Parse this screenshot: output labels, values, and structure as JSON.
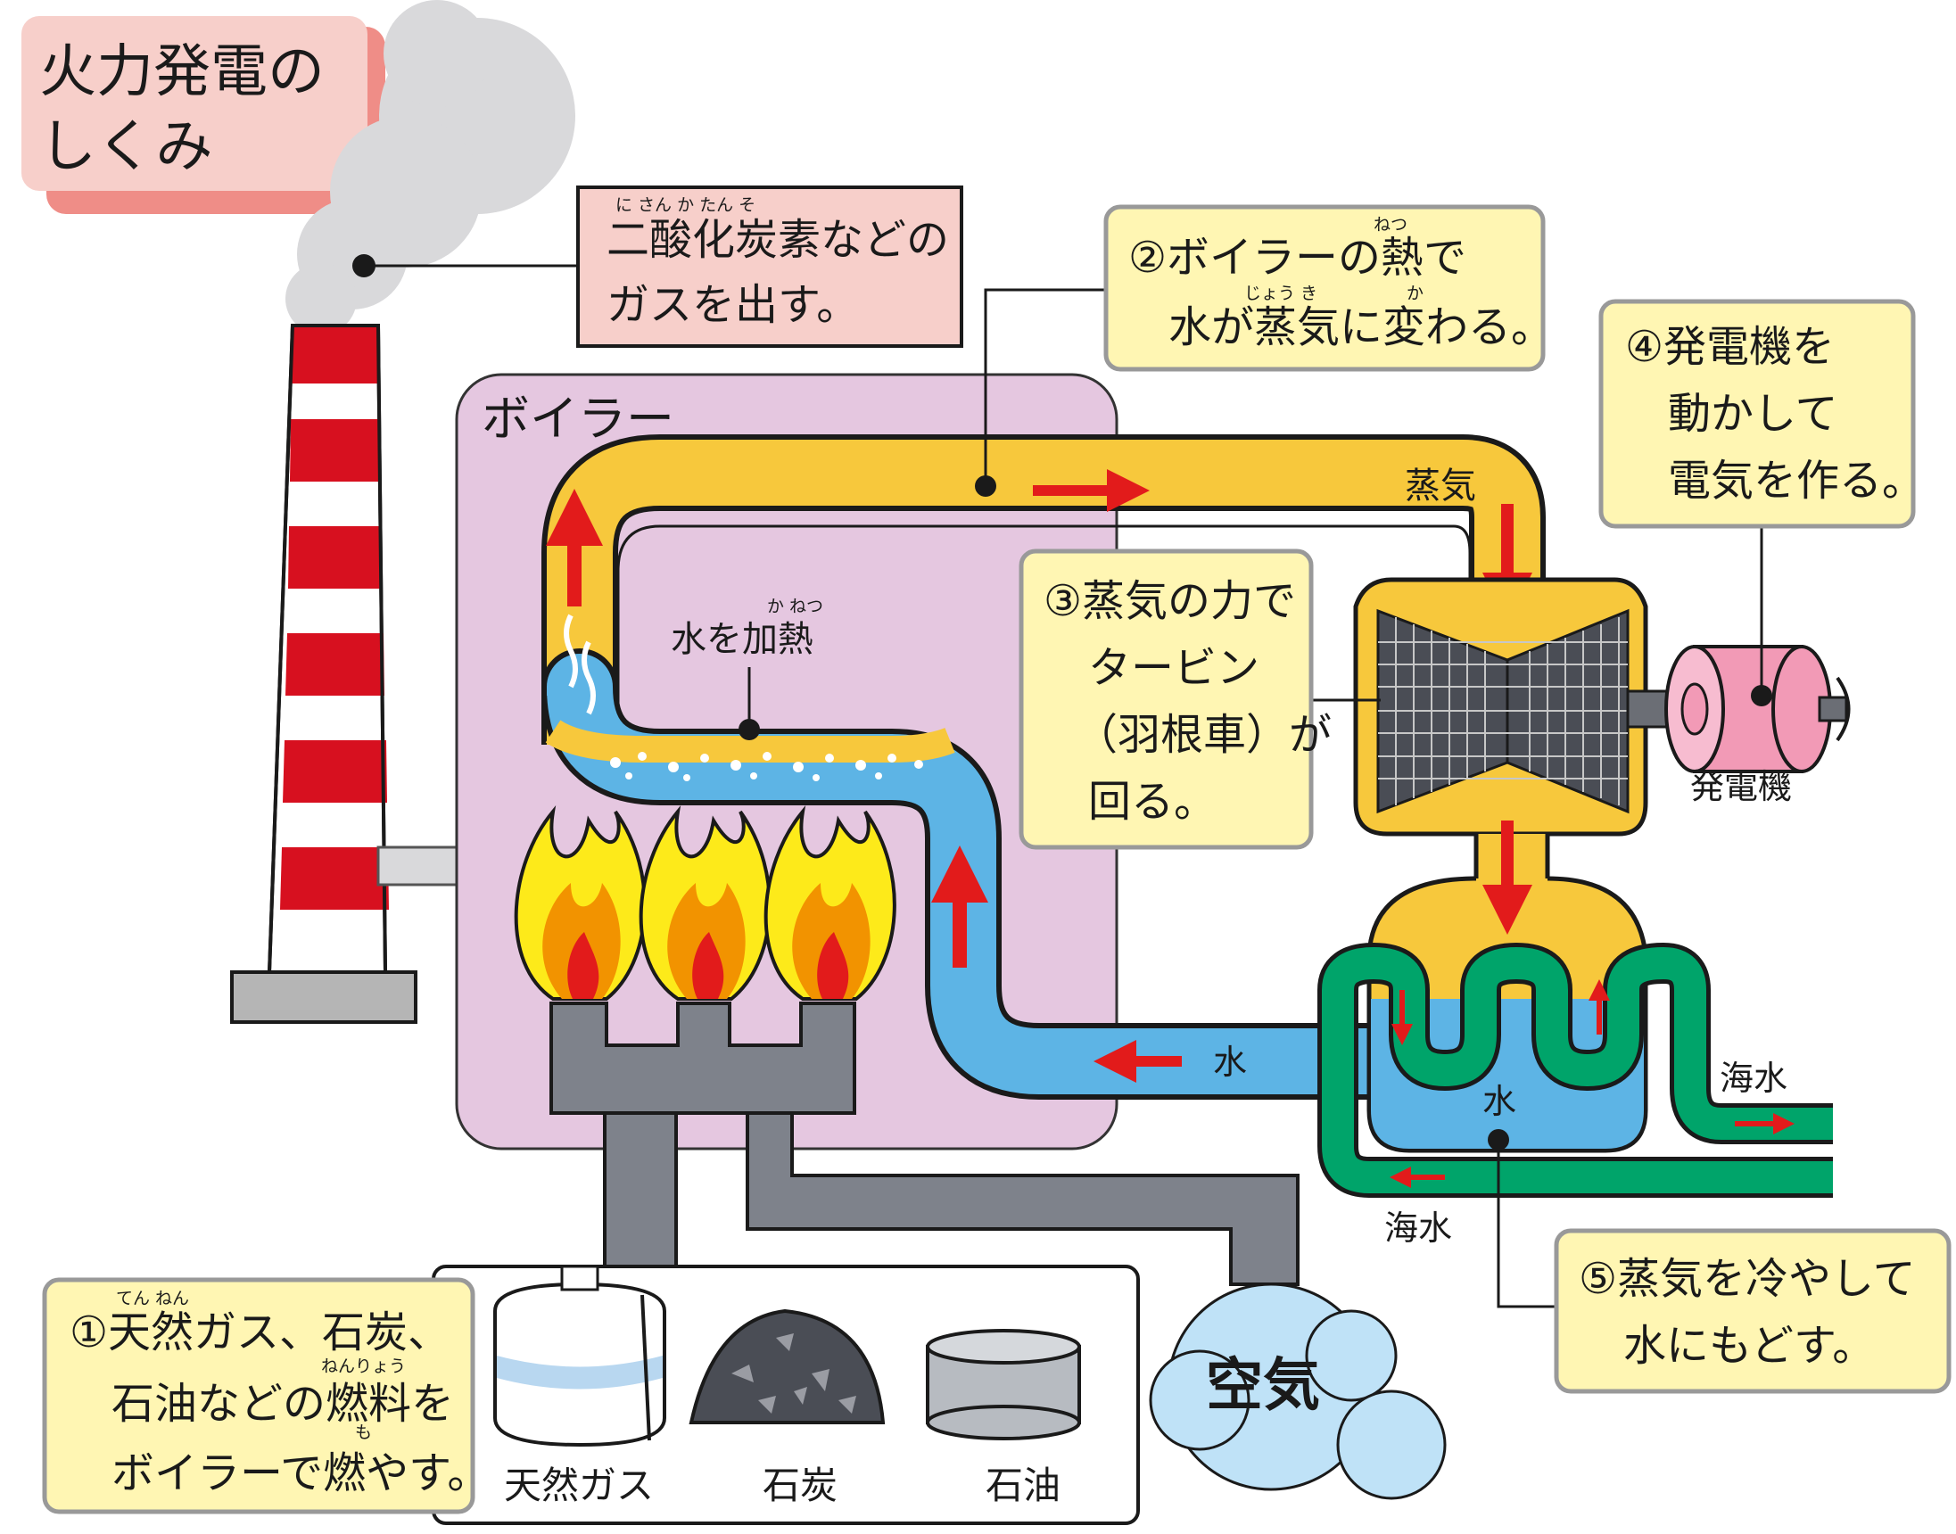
{
  "title": {
    "line1": "火力発電の",
    "line2": "しくみ"
  },
  "co2_box": {
    "line1": "二酸化炭素などの",
    "line2": "ガスを出す。",
    "ruby": "に さん か  たん そ"
  },
  "boiler": {
    "label": "ボイラー"
  },
  "heat_label": {
    "text": "水を加熱",
    "ruby": "か ねつ"
  },
  "step2": {
    "line1": "②ボイラーの熱で",
    "line2": "水が蒸気に変わる。",
    "ruby_netsu": "ねつ",
    "ruby_jouki": "じょう き",
    "ruby_ka": "か"
  },
  "step3": {
    "line1": "③蒸気の力で",
    "line2": "タービン",
    "line3": "（羽根車）が",
    "line4": "回る。"
  },
  "step4": {
    "line1": "④発電機を",
    "line2": "動かして",
    "line3": "電気を作る。"
  },
  "step5": {
    "line1": "⑤蒸気を冷やして",
    "line2": "水にもどす。"
  },
  "step1": {
    "line1": "①天然ガス、石炭、",
    "line2": "石油などの燃料を",
    "line3": "ボイラーで燃やす。",
    "ruby_tennen": "てん ねん",
    "ruby_nenryou": "ねんりょう",
    "ruby_mo": "も"
  },
  "labels": {
    "steam": "蒸気",
    "generator": "発電機",
    "water_pipe": "水",
    "water_condenser": "水",
    "seawater_in": "海水",
    "seawater_out": "海水",
    "air": "空気"
  },
  "fuels": {
    "gas": "天然ガス",
    "coal": "石炭",
    "oil": "石油"
  },
  "colors": {
    "steam_pipe": "#f7c83c",
    "water_pipe": "#5db4e5",
    "boiler_bg": "#e5c7e0",
    "sea_pipe": "#00a46a",
    "arrow": "#e21b1b",
    "chimney_red": "#d7101f",
    "note_yellow": "#fff6b3",
    "note_pink": "#f7cfca",
    "fuel_pipe": "#7e828b"
  }
}
